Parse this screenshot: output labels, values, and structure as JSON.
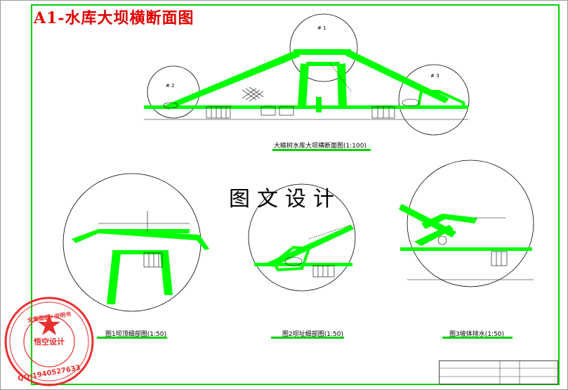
{
  "sheet_title": "A1-水库大坝横断面图",
  "watermark": "图文设计",
  "captions": {
    "main": "大榆树水库大坝横断面图(1:100)",
    "fig1": "图1坝顶细部图(1:50)",
    "fig2": "图2坝址细部图(1:50)",
    "fig3": "图3坡体排水(1:50)"
  },
  "detail_labels": {
    "d1": "# 1",
    "d2": "# 2",
    "d3": "# 3"
  },
  "stamp": {
    "ring_text": "全套图纸+说明书",
    "center_text": "悟空设计",
    "qq": "QQ:1940527633"
  },
  "colors": {
    "frame": "#00d000",
    "structure": "#00ff00",
    "title": "#e00000",
    "stamp": "#e83030"
  }
}
